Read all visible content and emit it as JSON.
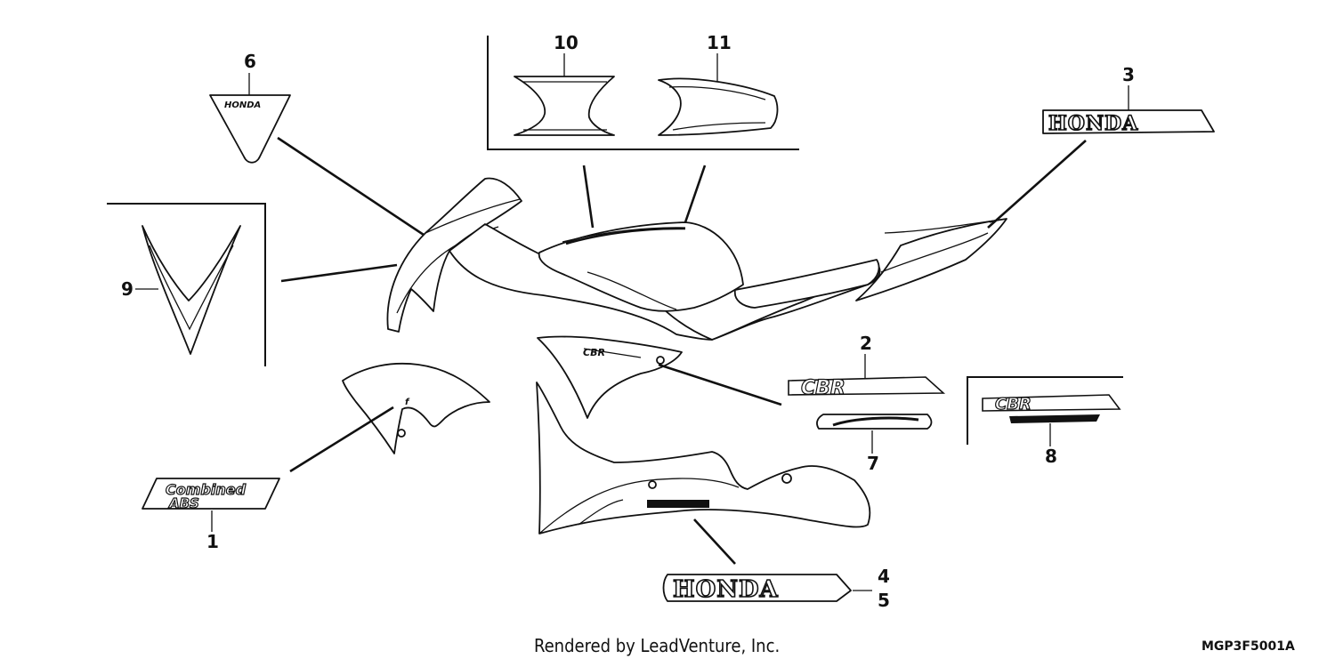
{
  "callouts": {
    "c1": "1",
    "c2": "2",
    "c3": "3",
    "c4": "4",
    "c5": "5",
    "c6": "6",
    "c7": "7",
    "c8": "8",
    "c9": "9",
    "c10": "10",
    "c11": "11"
  },
  "emblems": {
    "honda": "HONDA",
    "cbr": "CBR",
    "combined": "Combined",
    "abs": "ABS"
  },
  "footer": {
    "credit": "Rendered by LeadVenture, Inc.",
    "code": "MGP3F5001A"
  }
}
